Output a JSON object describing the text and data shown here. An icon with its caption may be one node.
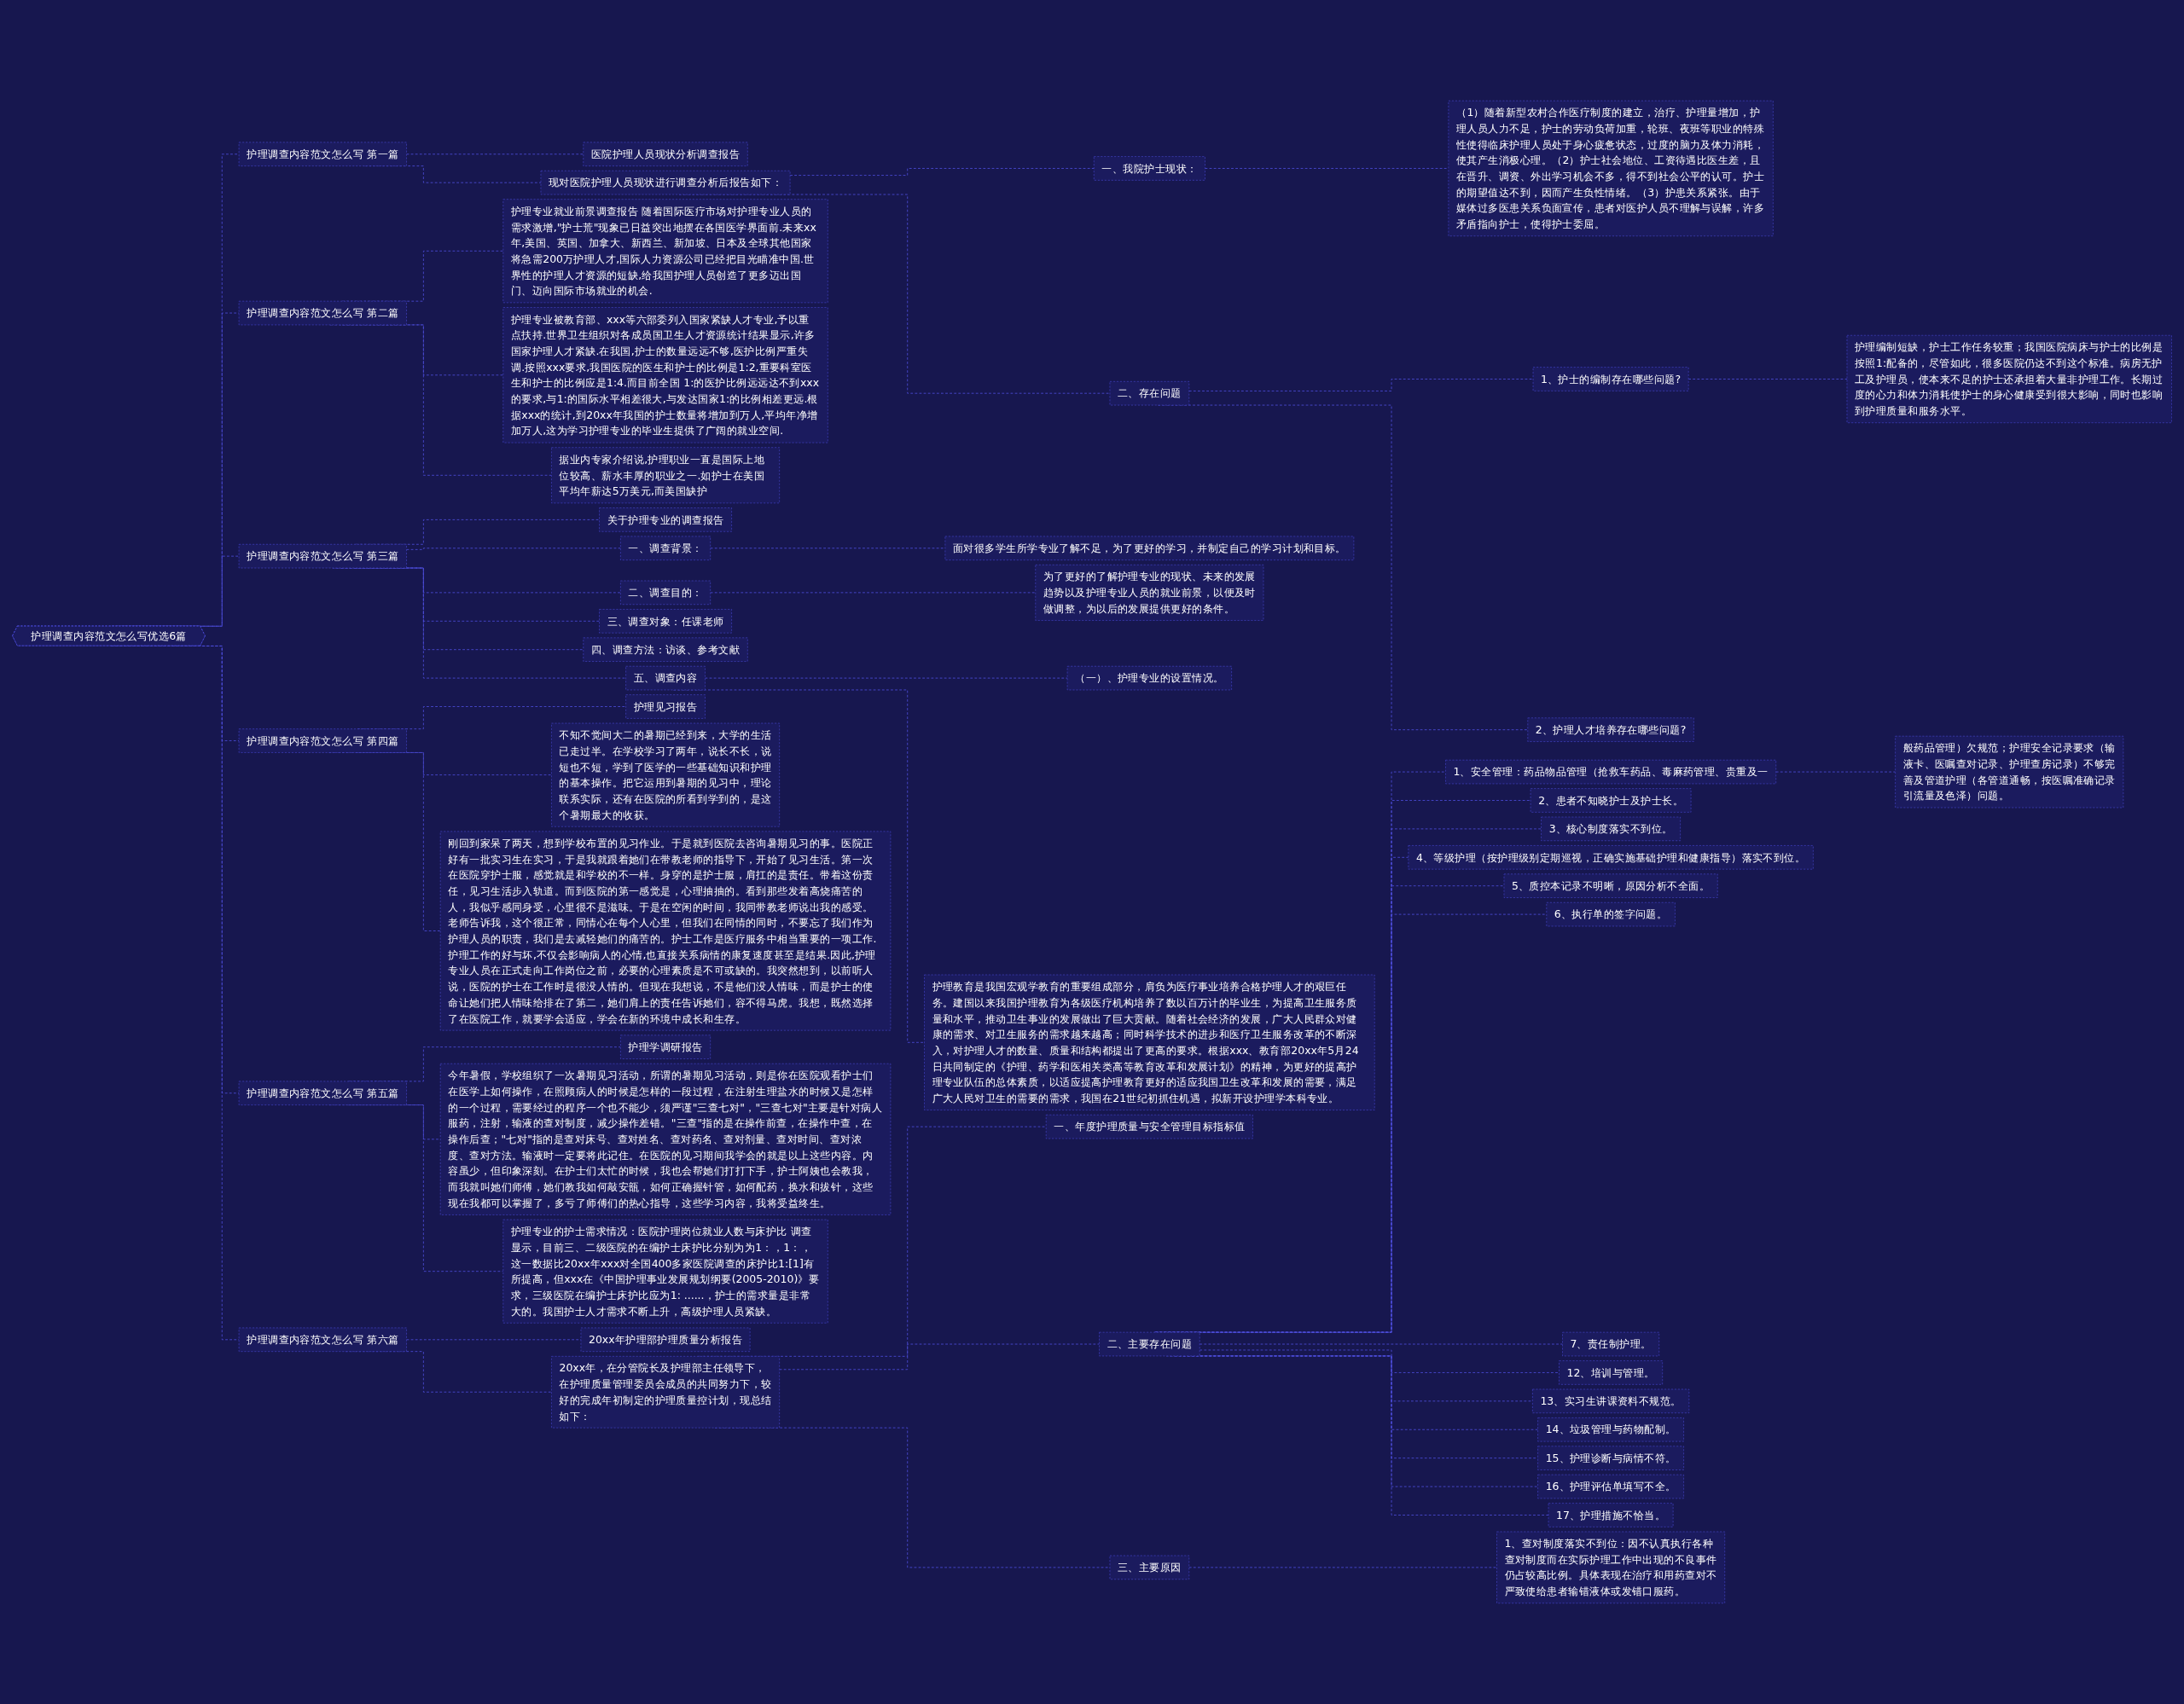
{
  "diagram": {
    "nodes": [
      {
        "text": [
          "护理调查内容范文怎么写优选6篇"
        ]
      },
      {
        "text": [
          "护理调查内容范文怎么写 第一篇"
        ]
      },
      {
        "text": [
          "医院护理人员现状分析调查报告"
        ]
      },
      {
        "text": [
          "现对医院护理人员现状进行调查分析后报告如下："
        ]
      },
      {
        "text": [
          "一、我院护士现状："
        ]
      },
      {
        "text": [
          "（1）随着新型农村合作医疗制度的建立，治疗、护理量增加，护理人员人力不足，护士的劳动负荷加重，轮班、夜班等职业的特殊性使得临床护理人员处于身心疲惫状态，过度的脑力及体力消耗，使其产生消极心理。（2）护士社会地位、工资待遇比医生差，且在晋升、调资、外出学习机会不多，得不到社会公平的认可。护士的期望值达不到，因而产生负性情绪。（3）护患关系紧张。由于媒体过多医患关系负面宣传，患者对医护人员不理解与误解，许多矛盾指向护士，使得护士委屈。"
        ]
      },
      {
        "text": [
          "二、存在问题"
        ]
      },
      {
        "text": [
          "1、护士的编制存在哪些问题?"
        ]
      },
      {
        "text": [
          "护理编制短缺，护士工作任务较重；我国医院病床与护士的比例是按照1:配备的，尽管如此，很多医院仍达不到这个标准。病房无护工及护理员，使本来不足的护士还承担着大量非护理工作。长期过度的心力和体力消耗使护士的身心健康受到很大影响，同时也影响到护理质量和服务水平。"
        ]
      },
      {
        "text": [
          "2、护理人才培养存在哪些问题?"
        ]
      },
      {
        "text": [
          "护理调查内容范文怎么写 第二篇"
        ]
      },
      {
        "text": [
          "护理专业就业前景调查报告 随着国际医疗市场对护理专业人员的需求激增,\"护士荒\"现象已日益突出地摆在各国医学界面前.未来xx年,美国、英国、加拿大、新西兰、新加坡、日本及全球其他国家将急需200万护理人才,国际人力资源公司已经把目光瞄准中国.世界性的护理人才资源的短缺,给我国护理人员创造了更多迈出国门、迈向国际市场就业的机会."
        ]
      },
      {
        "text": [
          "护理专业被教育部、xxx等六部委列入国家紧缺人才专业,予以重点扶持.世界卫生组织对各成员国卫生人才资源统计结果显示,许多国家护理人才紧缺.在我国,护士的数量远远不够,医护比例严重失调.按照xxx要求,我国医院的医生和护士的比例是1:2,重要科室医生和护士的比例应是1:4.而目前全国 1:的医护比例远远达不到xxx的要求,与1:的国际水平相差很大,与发达国家1:的比例相差更远.根据xxx的统计,到20xx年我国的护士数量将增加到万人,平均年净增加万人,这为学习护理专业的毕业生提供了广阔的就业空间."
        ]
      },
      {
        "text": [
          "据业内专家介绍说,护理职业一直是国际上地位较高、薪水丰厚的职业之一.如护士在美国平均年薪达5万美元,而美国缺护"
        ]
      },
      {
        "text": [
          "护理调查内容范文怎么写 第三篇"
        ]
      },
      {
        "text": [
          "关于护理专业的调查报告"
        ]
      },
      {
        "text": [
          "一、调查背景："
        ]
      },
      {
        "text": [
          "面对很多学生所学专业了解不足，为了更好的学习，并制定自己的学习计划和目标。"
        ]
      },
      {
        "text": [
          "二、调查目的："
        ]
      },
      {
        "text": [
          "为了更好的了解护理专业的现状、未来的发展趋势以及护理专业人员的就业前景，以便及时做调整，为以后的发展提供更好的条件。"
        ]
      },
      {
        "text": [
          "三、调查对象：任课老师"
        ]
      },
      {
        "text": [
          "四、调查方法：访谈、参考文献"
        ]
      },
      {
        "text": [
          "五、调查内容"
        ]
      },
      {
        "text": [
          "（一）、护理专业的设置情况。"
        ]
      },
      {
        "text": [
          "护理教育是我国宏观学教育的重要组成部分，肩负为医疗事业培养合格护理人才的艰巨任务。建国以来我国护理教育为各级医疗机构培养了数以百万计的毕业生，为提高卫生服务质量和水平，推动卫生事业的发展做出了巨大贡献。随着社会经济的发展，广大人民群众对健康的需求、对卫生服务的需求越来越高；同时科学技术的进步和医疗卫生服务改革的不断深入，对护理人才的数量、质量和结构都提出了更高的要求。根据xxx、教育部20xx年5月24日共同制定的《护理、药学和医相关类高等教育改革和发展计划》的精神，为更好的提高护理专业队伍的总体素质，以适应提高护理教育更好的适应我国卫生改革和发展的需要，满足广大人民对卫生的需要的需求，我国在21世纪初抓住机遇，拟新开设护理学本科专业。"
        ]
      },
      {
        "text": [
          "护理调查内容范文怎么写 第四篇"
        ]
      },
      {
        "text": [
          "护理见习报告"
        ]
      },
      {
        "text": [
          "不知不觉间大二的暑期已经到来，大学的生活已走过半。在学校学习了两年，说长不长，说短也不短，学到了医学的一些基础知识和护理的基本操作。把它运用到暑期的见习中，理论联系实际，还有在医院的所看到学到的，是这个暑期最大的收获。"
        ]
      },
      {
        "text": [
          "刚回到家呆了两天，想到学校布置的见习作业。于是就到医院去咨询暑期见习的事。医院正好有一批实习生在实习，于是我就跟着她们在带教老师的指导下，开始了见习生活。第一次在医院穿护士服，感觉就是和学校的不一样。身穿的是护士服，肩扛的是责任。带着这份责任，见习生活步入轨道。而到医院的第一感觉是，心理抽抽的。看到那些发着高烧痛苦的人，我似乎感同身受，心里很不是滋味。于是在空闲的时间，我同带教老师说出我的感受。老师告诉我，这个很正常，同情心在每个人心里，但我们在同情的同时，不要忘了我们作为护理人员的职责，我们是去减轻她们的痛苦的。护士工作是医疗服务中相当重要的一项工作.护理工作的好与坏,不仅会影响病人的心情,也直接关系病情的康复速度甚至是结果.因此,护理专业人员在正式走向工作岗位之前，必要的心理素质是不可或缺的。我突然想到，以前听人说，医院的护士在工作时是很没人情的。但现在我想说，不是他们没人情味，而是护士的使命让她们把人情味给排在了第二，她们肩上的责任告诉她们，容不得马虎。我想，既然选择了在医院工作，就要学会适应，学会在新的环境中成长和生存。"
        ]
      },
      {
        "text": [
          "护理调查内容范文怎么写 第五篇"
        ]
      },
      {
        "text": [
          "护理学调研报告"
        ]
      },
      {
        "text": [
          "今年暑假，学校组织了一次暑期见习活动，所谓的暑期见习活动，则是你在医院观看护士们在医学上如何操作，在照顾病人的时候是怎样的一段过程，在注射生理盐水的时候又是怎样的一个过程，需要经过的程序一个也不能少，须严谨\"三查七对\"，\"三查七对\"主要是针对病人服药，注射，输液的查对制度，减少操作差错。\"三查\"指的是在操作前查，在操作中查，在操作后查；\"七对\"指的是查对床号、查对姓名、查对药名、查对剂量、查对时间、查对浓度、查对方法。输液时一定要将此记住。在医院的见习期间我学会的就是以上这些内容。内容虽少，但印象深刻。在护士们太忙的时候，我也会帮她们打打下手，护士阿姨也会教我，而我就叫她们师傅，她们教我如何敲安瓿，如何正确握针管，如何配药，换水和拔针，这些现在我都可以掌握了，多亏了师傅们的热心指导，这些学习内容，我将受益终生。"
        ]
      },
      {
        "text": [
          "护理专业的护士需求情况：医院护理岗位就业人数与床护比 调查显示，目前三、二级医院的在编护士床护比分别为为1：，1：，这一数据比20xx年xxx对全国400多家医院调查的床护比1:[1]有所提高，但xxx在《中国护理事业发展规划纲要(2005-2010)》要求，三级医院在编护士床护比应为1: ......，护士的需求量是非常大的。我国护士人才需求不断上升，高级护理人员紧缺。"
        ]
      },
      {
        "text": [
          "护理调查内容范文怎么写 第六篇"
        ]
      },
      {
        "text": [
          "20xx年护理部护理质量分析报告"
        ]
      },
      {
        "text": [
          "20xx年，在分管院长及护理部主任领导下，在护理质量管理委员会成员的共同努力下，较好的完成年初制定的护理质量控计划，现总结如下："
        ]
      },
      {
        "text": [
          "一、年度护理质量与安全管理目标指标值"
        ]
      },
      {
        "text": [
          "二、主要存在问题"
        ]
      },
      {
        "text": [
          "1、安全管理：药品物品管理（抢救车药品、毒麻药管理、贵重及一"
        ]
      },
      {
        "text": [
          "般药品管理）欠规范；护理安全记录要求（输液卡、医嘱查对记录、护理查房记录）不够完善及管道护理（各管道通畅，按医嘱准确记录引流量及色泽）问题。"
        ]
      },
      {
        "text": [
          "2、患者不知晓护士及护士长。"
        ]
      },
      {
        "text": [
          "3、核心制度落实不到位。"
        ]
      },
      {
        "text": [
          "4、等级护理（按护理级别定期巡视，正确实施基础护理和健康指导）落实不到位。"
        ]
      },
      {
        "text": [
          "5、质控本记录不明晰，原因分析不全面。"
        ]
      },
      {
        "text": [
          "6、执行单的签字问题。"
        ]
      },
      {
        "text": [
          "7、责任制护理。"
        ]
      },
      {
        "text": [
          "12、培训与管理。"
        ]
      },
      {
        "text": [
          "13、实习生讲课资料不规范。"
        ]
      },
      {
        "text": [
          "14、垃圾管理与药物配制。"
        ]
      },
      {
        "text": [
          "15、护理诊断与病情不符。"
        ]
      },
      {
        "text": [
          "16、护理评估单填写不全。"
        ]
      },
      {
        "text": [
          "17、护理措施不恰当。"
        ]
      },
      {
        "text": [
          "三、主要原因"
        ]
      },
      {
        "text": [
          "1、查对制度落实不到位：因不认真执行各种查对制度而在实际护理工作中出现的不良事件仍占较高比例。具体表现在治疗和用药查对不严致使给患者输错液体或发错口服药。"
        ]
      }
    ],
    "edges": [
      {
        "from": 0,
        "to": 1,
        "arrow": "none"
      },
      {
        "from": 0,
        "to": 10,
        "arrow": "none"
      },
      {
        "from": 0,
        "to": 14,
        "arrow": "none"
      },
      {
        "from": 0,
        "to": 25,
        "arrow": "none"
      },
      {
        "from": 0,
        "to": 29,
        "arrow": "none"
      },
      {
        "from": 0,
        "to": 33,
        "arrow": "none"
      },
      {
        "from": 1,
        "to": 2,
        "arrow": "none"
      },
      {
        "from": 1,
        "to": 3,
        "arrow": "none"
      },
      {
        "from": 3,
        "to": 4,
        "arrow": "none"
      },
      {
        "from": 4,
        "to": 5,
        "arrow": "none"
      },
      {
        "from": 3,
        "to": 6,
        "arrow": "none"
      },
      {
        "from": 6,
        "to": 7,
        "arrow": "none"
      },
      {
        "from": 7,
        "to": 8,
        "arrow": "none"
      },
      {
        "from": 6,
        "to": 9,
        "arrow": "none"
      },
      {
        "from": 10,
        "to": 11,
        "arrow": "none"
      },
      {
        "from": 10,
        "to": 12,
        "arrow": "none"
      },
      {
        "from": 10,
        "to": 13,
        "arrow": "none"
      },
      {
        "from": 14,
        "to": 15,
        "arrow": "none"
      },
      {
        "from": 14,
        "to": 16,
        "arrow": "none"
      },
      {
        "from": 16,
        "to": 17,
        "arrow": "none"
      },
      {
        "from": 14,
        "to": 18,
        "arrow": "none"
      },
      {
        "from": 18,
        "to": 19,
        "arrow": "none"
      },
      {
        "from": 14,
        "to": 20,
        "arrow": "none"
      },
      {
        "from": 14,
        "to": 21,
        "arrow": "none"
      },
      {
        "from": 14,
        "to": 22,
        "arrow": "none"
      },
      {
        "from": 22,
        "to": 23,
        "arrow": "none"
      },
      {
        "from": 22,
        "to": 24,
        "arrow": "none"
      },
      {
        "from": 25,
        "to": 26,
        "arrow": "none"
      },
      {
        "from": 25,
        "to": 27,
        "arrow": "none"
      },
      {
        "from": 25,
        "to": 28,
        "arrow": "none"
      },
      {
        "from": 29,
        "to": 30,
        "arrow": "none"
      },
      {
        "from": 29,
        "to": 31,
        "arrow": "none"
      },
      {
        "from": 29,
        "to": 32,
        "arrow": "none"
      },
      {
        "from": 33,
        "to": 34,
        "arrow": "none"
      },
      {
        "from": 33,
        "to": 35,
        "arrow": "none"
      },
      {
        "from": 35,
        "to": 36,
        "arrow": "none"
      },
      {
        "from": 35,
        "to": 37,
        "arrow": "none"
      },
      {
        "from": 37,
        "to": 38,
        "arrow": "none"
      },
      {
        "from": 38,
        "to": 39,
        "arrow": "none"
      },
      {
        "from": 37,
        "to": 40,
        "arrow": "none"
      },
      {
        "from": 37,
        "to": 41,
        "arrow": "none"
      },
      {
        "from": 37,
        "to": 42,
        "arrow": "none"
      },
      {
        "from": 37,
        "to": 43,
        "arrow": "none"
      },
      {
        "from": 37,
        "to": 44,
        "arrow": "none"
      },
      {
        "from": 37,
        "to": 45,
        "arrow": "none"
      },
      {
        "from": 37,
        "to": 46,
        "arrow": "none"
      },
      {
        "from": 37,
        "to": 47,
        "arrow": "none"
      },
      {
        "from": 37,
        "to": 48,
        "arrow": "none"
      },
      {
        "from": 37,
        "to": 49,
        "arrow": "none"
      },
      {
        "from": 37,
        "to": 50,
        "arrow": "none"
      },
      {
        "from": 37,
        "to": 51,
        "arrow": "none"
      },
      {
        "from": 35,
        "to": 52,
        "arrow": "none"
      },
      {
        "from": 52,
        "to": 53,
        "arrow": "none"
      }
    ]
  }
}
